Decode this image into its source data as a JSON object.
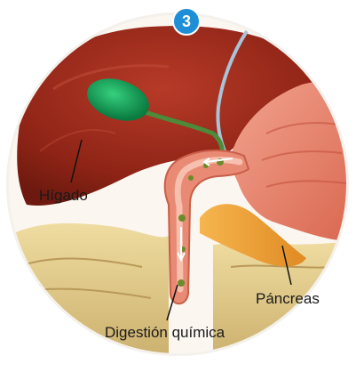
{
  "step_badge": "3",
  "labels": {
    "liver": "Hígado",
    "pancreas": "Páncreas",
    "chemical_digestion": "Digestión química"
  },
  "colors": {
    "badge": "#1e8fd6",
    "liver": "#9b2a1d",
    "gallbladder": "#12a05a",
    "stomach": "#e07c68",
    "pancreas": "#f0a43a",
    "intestine": "#e6cf8c",
    "duodenum": "#e88a74"
  }
}
